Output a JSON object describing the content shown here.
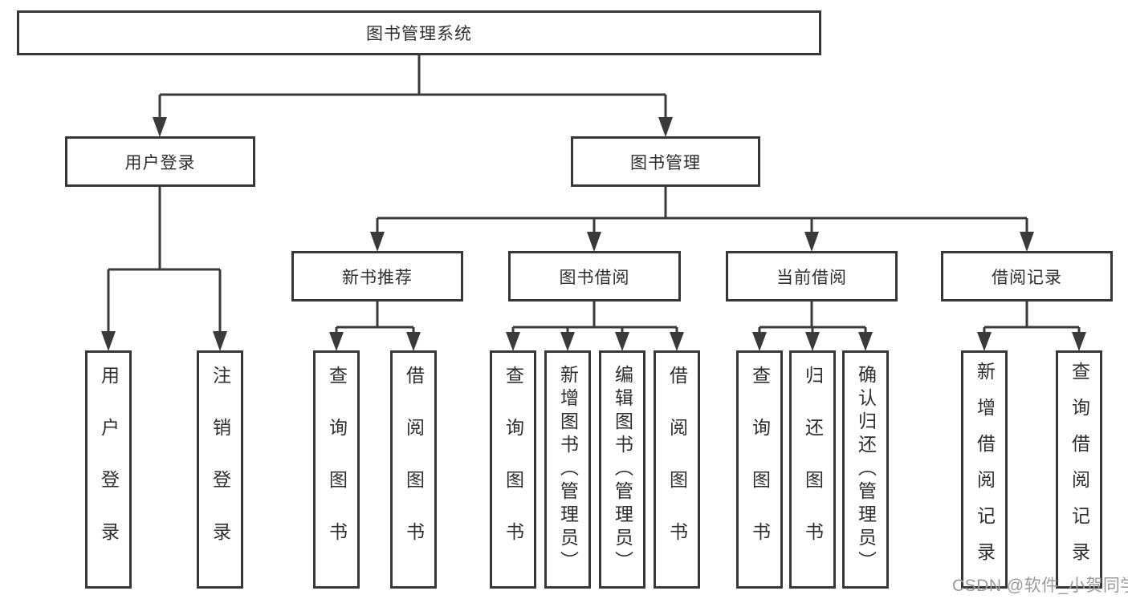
{
  "diagram_title": "图书管理系统",
  "tree": {
    "label": "图书管理系统",
    "children": [
      {
        "label": "用户登录",
        "children": [
          {
            "label": "用户登录"
          },
          {
            "label": "注销登录"
          }
        ]
      },
      {
        "label": "图书管理",
        "children": [
          {
            "label": "新书推荐",
            "children": [
              {
                "label": "查询图书"
              },
              {
                "label": "借阅图书"
              }
            ]
          },
          {
            "label": "图书借阅",
            "children": [
              {
                "label": "查询图书"
              },
              {
                "label": "新增图书（管理员）"
              },
              {
                "label": "编辑图书（管理员）"
              },
              {
                "label": "借阅图书"
              }
            ]
          },
          {
            "label": "当前借阅",
            "children": [
              {
                "label": "查询图书"
              },
              {
                "label": "归还图书"
              },
              {
                "label": "确认归还（管理员）"
              }
            ]
          },
          {
            "label": "借阅记录",
            "children": [
              {
                "label": "新增借阅记录"
              },
              {
                "label": "查询借阅记录"
              }
            ]
          }
        ]
      }
    ]
  },
  "watermark": "CSDN @软件_小贺同学",
  "colors": {
    "border": "#373737",
    "line": "#3a3a3a",
    "text": "#2e2e2e",
    "watermark": "#9a9a9a",
    "background": "#ffffff"
  }
}
